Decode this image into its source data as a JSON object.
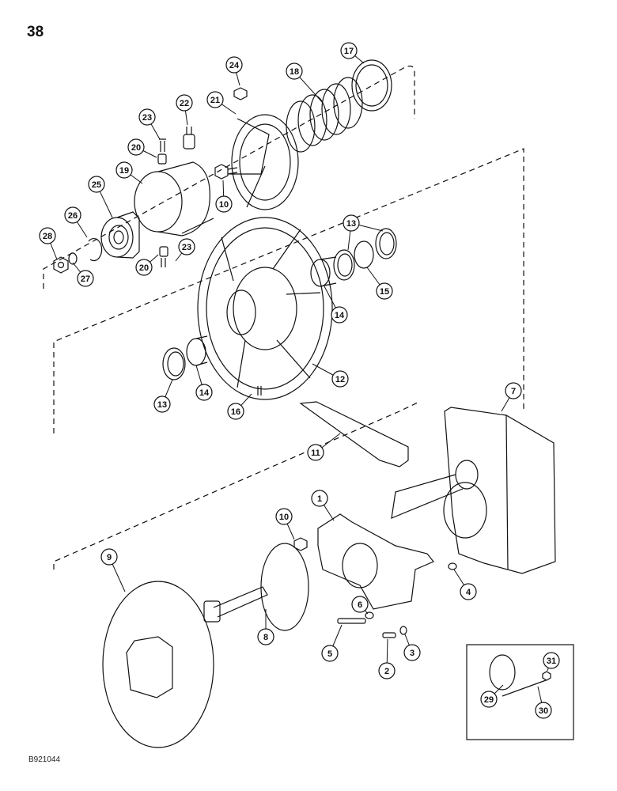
{
  "page_number": "38",
  "figure_code": "B921044",
  "callouts": [
    {
      "label": "1"
    },
    {
      "label": "2"
    },
    {
      "label": "3"
    },
    {
      "label": "4"
    },
    {
      "label": "5"
    },
    {
      "label": "6"
    },
    {
      "label": "7"
    },
    {
      "label": "8"
    },
    {
      "label": "9"
    },
    {
      "label": "10"
    },
    {
      "label": "10"
    },
    {
      "label": "11"
    },
    {
      "label": "12"
    },
    {
      "label": "13"
    },
    {
      "label": "13"
    },
    {
      "label": "14"
    },
    {
      "label": "14"
    },
    {
      "label": "15"
    },
    {
      "label": "16"
    },
    {
      "label": "17"
    },
    {
      "label": "18"
    },
    {
      "label": "19"
    },
    {
      "label": "20"
    },
    {
      "label": "20"
    },
    {
      "label": "21"
    },
    {
      "label": "22"
    },
    {
      "label": "23"
    },
    {
      "label": "23"
    },
    {
      "label": "24"
    },
    {
      "label": "25"
    },
    {
      "label": "26"
    },
    {
      "label": "27"
    },
    {
      "label": "28"
    },
    {
      "label": "29"
    },
    {
      "label": "30"
    },
    {
      "label": "31"
    }
  ]
}
